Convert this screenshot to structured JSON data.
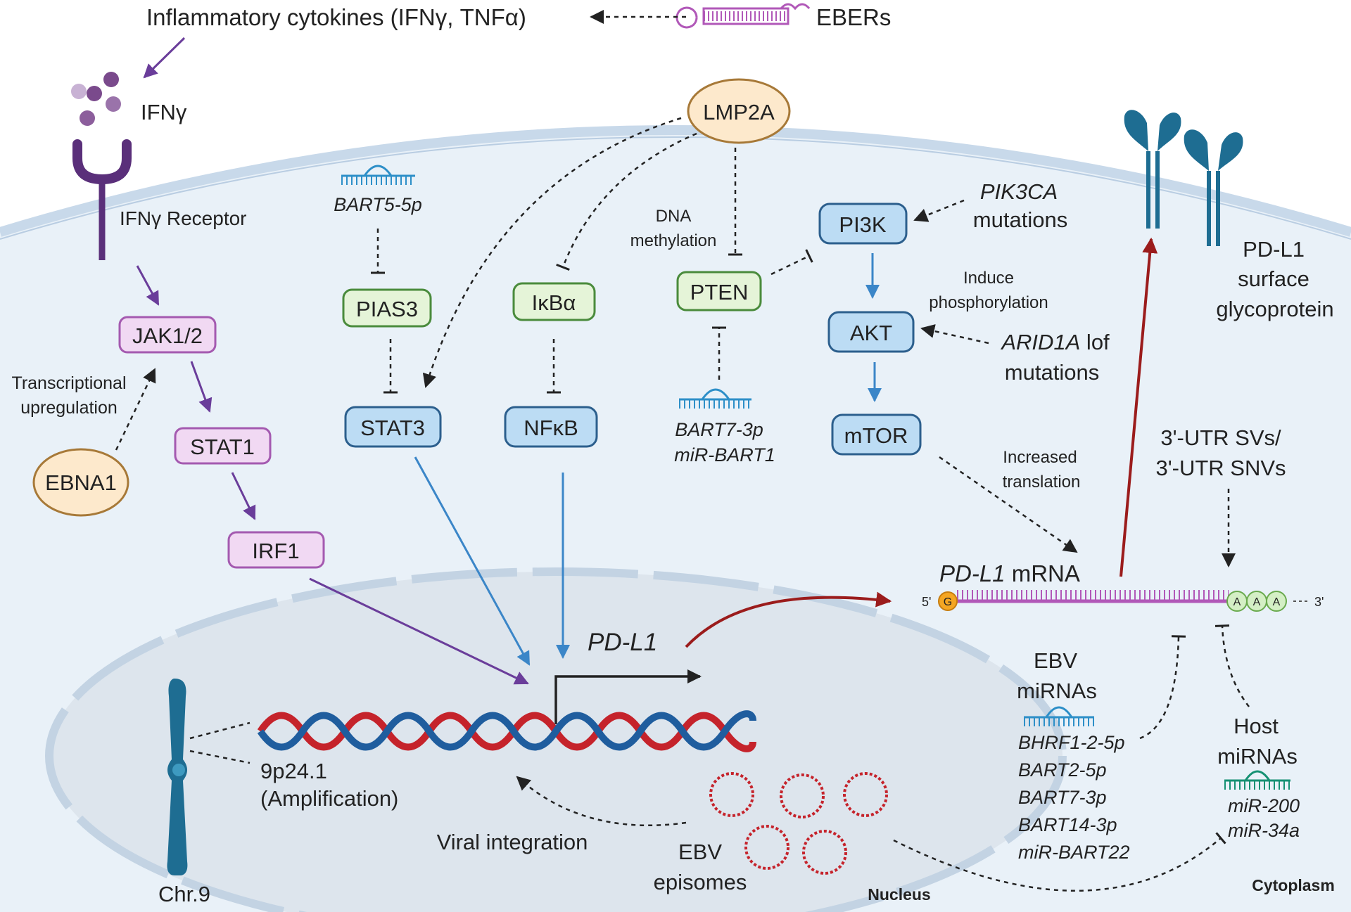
{
  "texts": {
    "cytokines": "Inflammatory cytokines (IFNγ, TNFα)",
    "ebers": "EBERs",
    "ifng": "IFNγ",
    "ifng_receptor": "IFNγ Receptor",
    "lmp2a": "LMP2A",
    "bart5": "BART5-5p",
    "dna_methylation_1": "DNA",
    "dna_methylation_2": "methylation",
    "pi3k": "PI3K",
    "pik3ca_1": "PIK3CA",
    "pik3ca_2": "mutations",
    "pdl1_surface_1": "PD-L1",
    "pdl1_surface_2": "surface",
    "pdl1_surface_3": "glycoprotein",
    "jak": "JAK1/2",
    "pias3": "PIAS3",
    "ikba": "IκBα",
    "pten": "PTEN",
    "induce_1": "Induce",
    "induce_2": "phosphorylation",
    "akt": "AKT",
    "arid1a_1": "ARID1A",
    "arid1a_1b": " lof",
    "arid1a_2": "mutations",
    "transcriptional_1": "Transcriptional",
    "transcriptional_2": "upregulation",
    "stat1": "STAT1",
    "stat3": "STAT3",
    "nfkb": "NFκB",
    "bart7_3p": "BART7-3p",
    "mir_bart1": "miR-BART1",
    "mtor": "mTOR",
    "utr_1": "3'-UTR SVs/",
    "utr_2": "3'-UTR  SNVs",
    "increased_1": "Increased",
    "increased_2": "translation",
    "ebna1": "EBNA1",
    "irf1": "IRF1",
    "pdl1_mrna_italic": "PD-L1",
    "pdl1_mrna_plain": " mRNA",
    "five_prime": "5'",
    "three_prime": "3'",
    "g": "G",
    "a": "A",
    "pdl1_gene": "PD-L1",
    "ebv_mirnas_1": "EBV",
    "ebv_mirnas_2": "miRNAs",
    "ebv_mirna_list": [
      "BHRF1-2-5p",
      "BART2-5p",
      "BART7-3p",
      "BART14-3p",
      "miR-BART22"
    ],
    "host_mirnas_1": "Host",
    "host_mirnas_2": "miRNAs",
    "host_mirna_list": [
      "miR-200",
      "miR-34a"
    ],
    "locus_1": "9p24.1",
    "locus_2": "(Amplification)",
    "viral_integration": "Viral integration",
    "ebv_episomes_1": "EBV",
    "ebv_episomes_2": "episomes",
    "chr9": "Chr.9",
    "nucleus": "Nucleus",
    "cytoplasm": "Cytoplasm"
  },
  "colors": {
    "cell_fill": "#e9f1f8",
    "membrane": "#c8d9ea",
    "nucleus_fill": "#dde5ed",
    "purple": "#6a3d9a",
    "purple_box": "#f1d9f3",
    "purple_box_stroke": "#a45ab0",
    "blue_box": "#bcdcf4",
    "blue_box_stroke": "#2c5f8d",
    "green_box": "#e5f4d8",
    "green_box_stroke": "#4a8b3c",
    "oval_fill": "#fde9cc",
    "oval_stroke": "#a77938",
    "blue_arrow": "#3b86c8",
    "dark_red": "#9b1c1c",
    "mrna": "#b158b8",
    "dna_red": "#c5232b",
    "dna_blue": "#1f5d9e",
    "receptor_teal": "#1e6d92",
    "mirna_blue": "#2d8fc8",
    "mirna_green": "#169173"
  }
}
